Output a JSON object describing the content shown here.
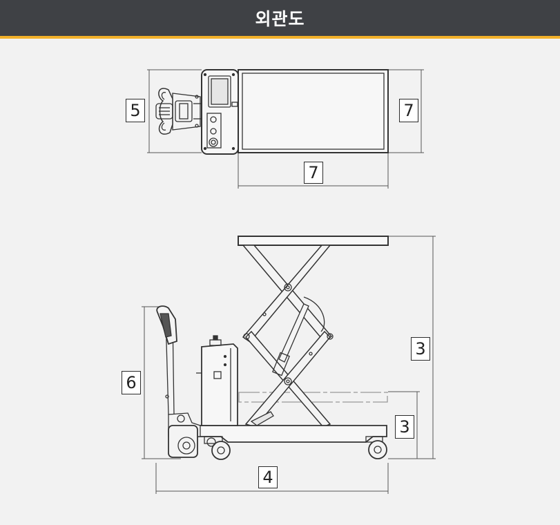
{
  "header": {
    "title": "외관도",
    "accent_color": "#f2b02a",
    "background_color": "#3f4145"
  },
  "top_view": {
    "width_label": "5",
    "length_right_label": "7",
    "length_bottom_label": "7"
  },
  "side_view": {
    "height_label": "3",
    "handle_height_label": "6",
    "min_height_label": "3",
    "overall_length_label": "4"
  }
}
